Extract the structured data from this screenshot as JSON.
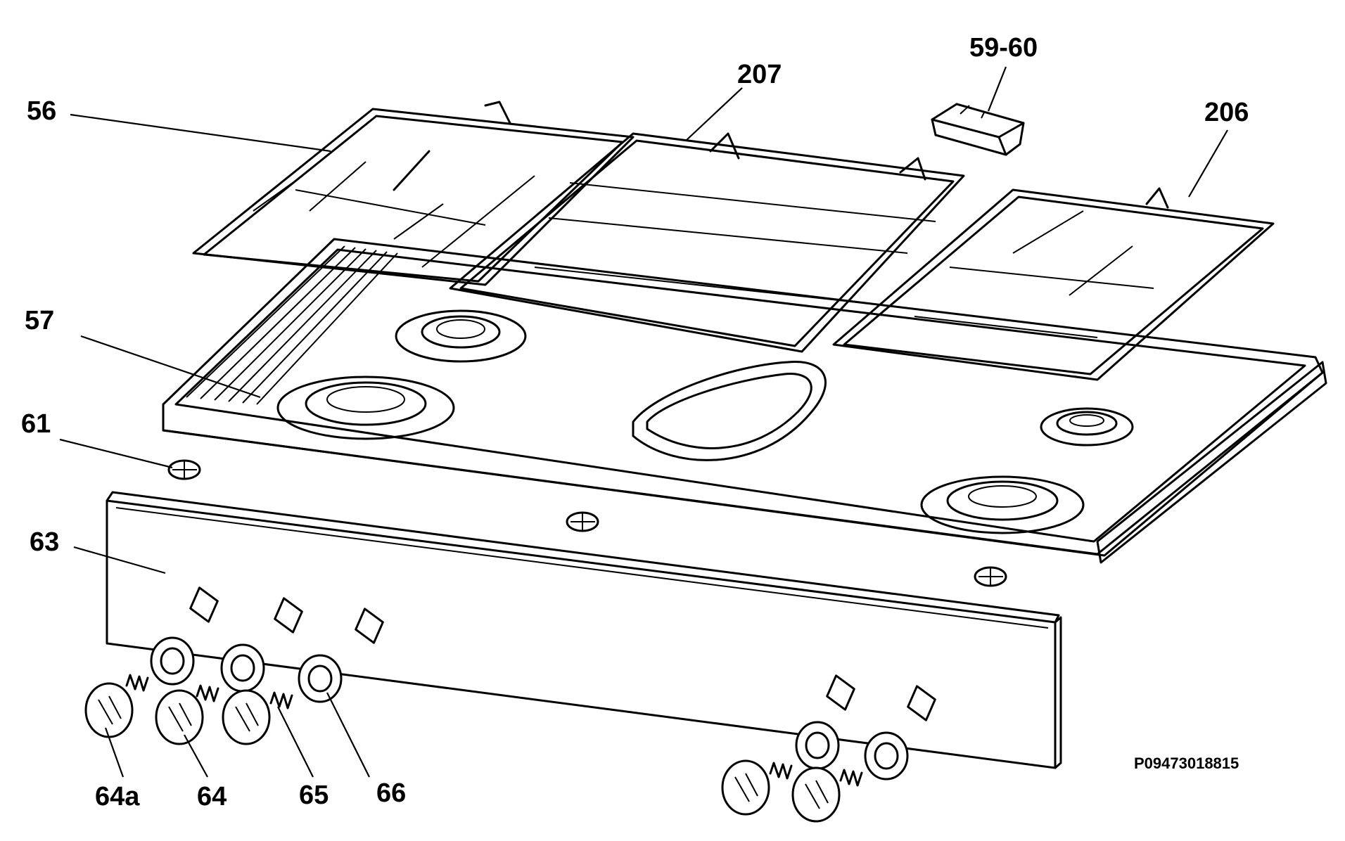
{
  "labels": {
    "grid_left": "56",
    "grid_center": "207",
    "grid_right": "206",
    "clip": "59-60",
    "hob_top": "57",
    "screw": "61",
    "control_panel": "63",
    "knob_64a": "64a",
    "knob_64": "64",
    "spring_65": "65",
    "bezel_66": "66"
  },
  "drawing_code": "P09473018815"
}
